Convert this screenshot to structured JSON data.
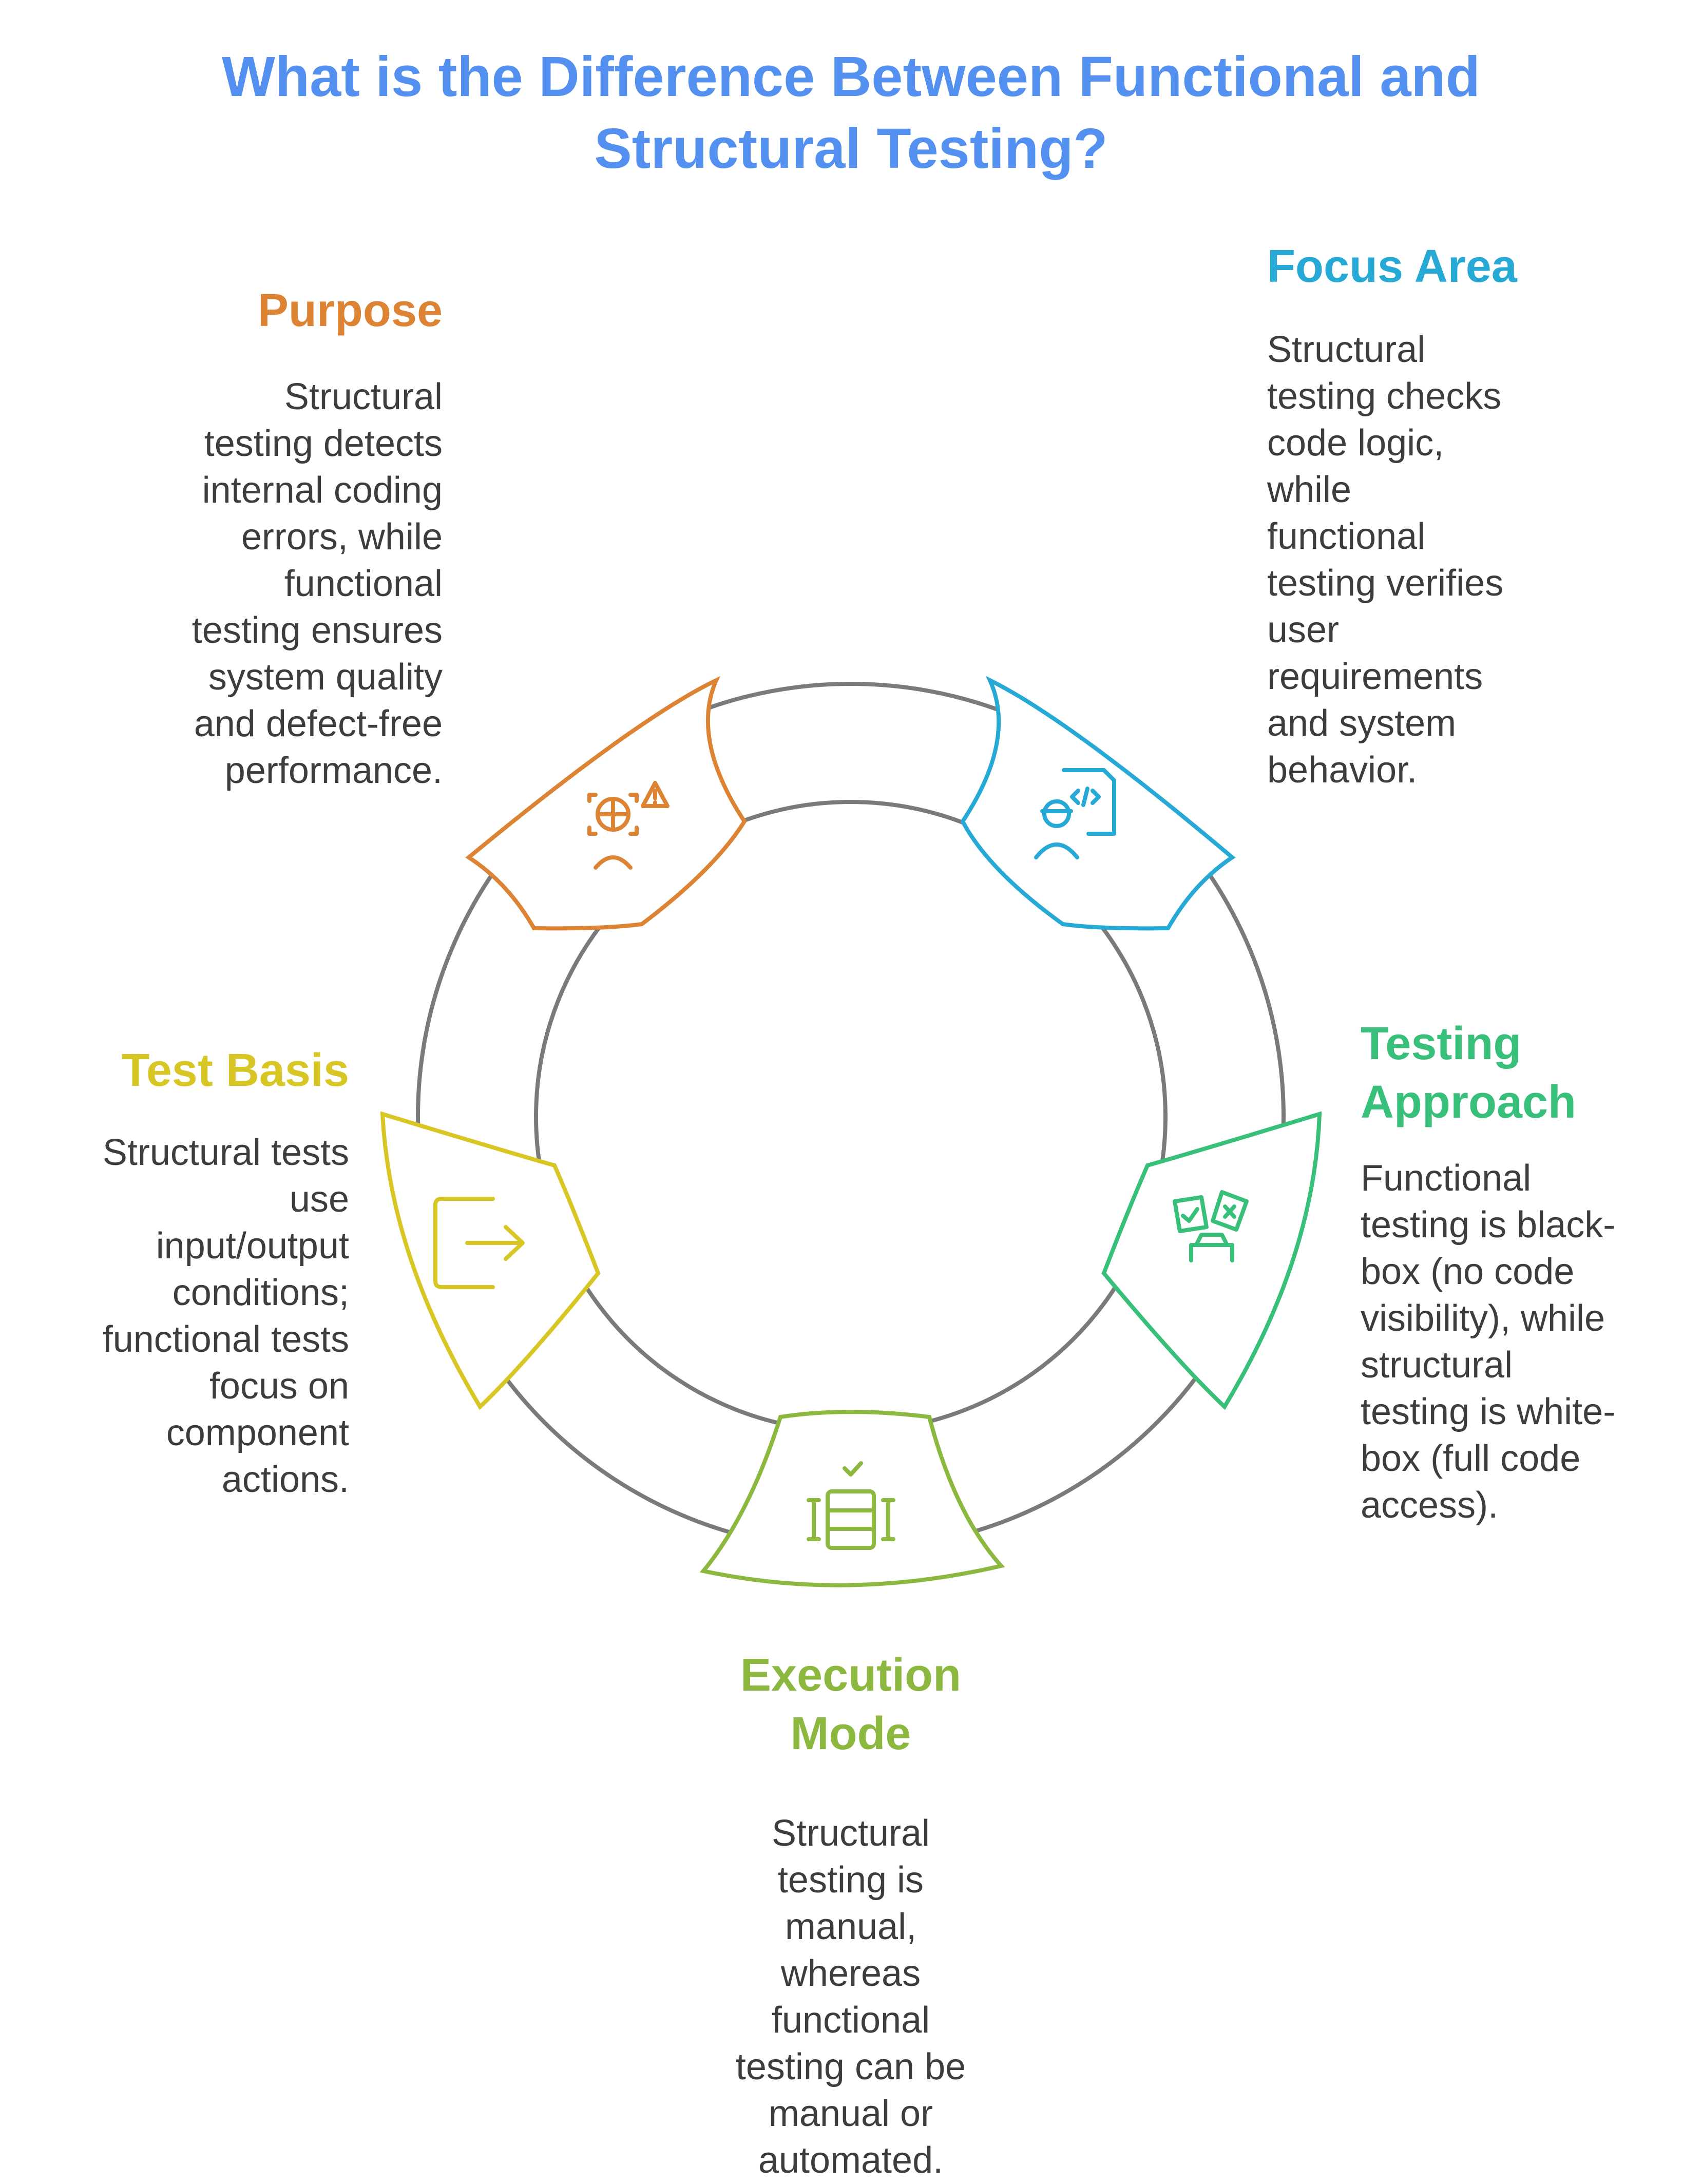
{
  "title_lines": [
    "What is the Difference Between Functional and",
    "Structural Testing?"
  ],
  "colors": {
    "title": "#5390ef",
    "purpose": "#dc8434",
    "focus_area": "#27a9d6",
    "testing_approach": "#38c07a",
    "execution_mode": "#8db83f",
    "test_basis": "#d8c625",
    "ring": "#7a7a7a",
    "body_text": "#3d3d3d"
  },
  "sections": {
    "purpose": {
      "heading": [
        "Purpose"
      ],
      "body": [
        "Structural",
        "testing detects",
        "internal coding",
        "errors, while",
        "functional",
        "testing ensures",
        "system quality",
        "and defect-free",
        "performance."
      ],
      "icon": "warning-target-person-icon"
    },
    "focus_area": {
      "heading": [
        "Focus Area"
      ],
      "body": [
        "Structural",
        "testing checks",
        "code logic,",
        "while",
        "functional",
        "testing verifies",
        "user",
        "requirements",
        "and system",
        "behavior."
      ],
      "icon": "developer-code-icon"
    },
    "testing_approach": {
      "heading": [
        "Testing",
        "Approach"
      ],
      "body": [
        "Functional",
        "testing is black-",
        "box (no code",
        "visibility), while",
        "structural",
        "testing is white-",
        "box (full code",
        "access)."
      ],
      "icon": "check-cross-cards-icon"
    },
    "execution_mode": {
      "heading": [
        "Execution",
        "Mode"
      ],
      "body": [
        "Structural",
        "testing is",
        "manual,",
        "whereas",
        "functional",
        "testing can be",
        "manual or",
        "automated."
      ],
      "icon": "server-check-icon"
    },
    "test_basis": {
      "heading": [
        "Test Basis"
      ],
      "body": [
        "Structural tests",
        "use",
        "input/output",
        "conditions;",
        "functional tests",
        "focus on",
        "component",
        "actions."
      ],
      "icon": "input-output-icon"
    }
  }
}
